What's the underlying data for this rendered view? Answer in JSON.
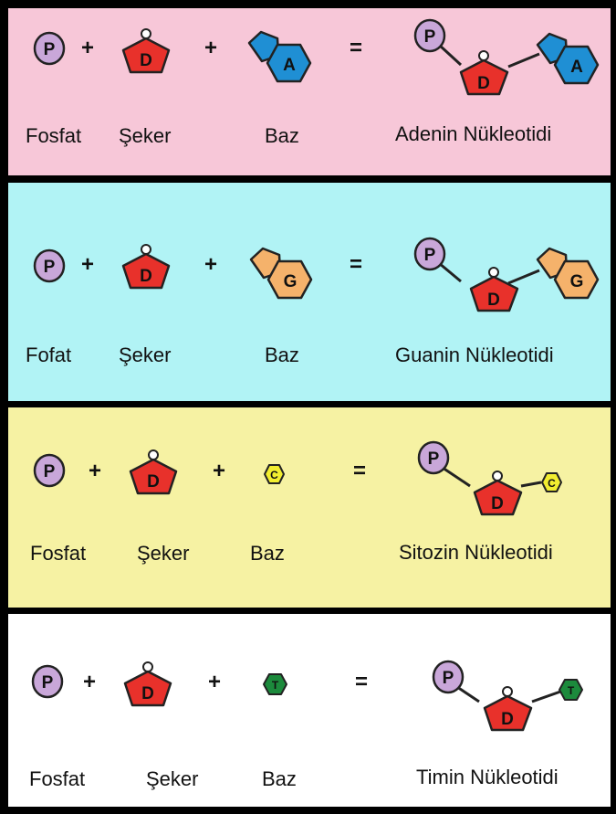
{
  "colors": {
    "adenine_panel": "#f7c7d8",
    "guanine_panel": "#b1f3f5",
    "cytosine_panel": "#f6f2a3",
    "thymine_panel": "#ffffff",
    "phosphate": "#c9a7d9",
    "sugar": "#e8312b",
    "adenine": "#1f8fd4",
    "guanine": "#f5b26b",
    "cytosine": "#f2ee30",
    "thymine": "#1c8a3c"
  },
  "symbols": {
    "plus": "+",
    "equals": "="
  },
  "panels": [
    {
      "phosphate_letter": "P",
      "sugar_letter": "D",
      "base_letter": "A",
      "labels": [
        "Fosfat",
        "Şeker",
        "Baz"
      ],
      "result": "Adenin Nükleotidi"
    },
    {
      "phosphate_letter": "P",
      "sugar_letter": "D",
      "base_letter": "G",
      "labels": [
        "Fofat",
        "Şeker",
        "Baz"
      ],
      "result": "Guanin Nükleotidi"
    },
    {
      "phosphate_letter": "P",
      "sugar_letter": "D",
      "base_letter": "C",
      "labels": [
        "Fosfat",
        "Şeker",
        "Baz"
      ],
      "result": "Sitozin Nükleotidi"
    },
    {
      "phosphate_letter": "P",
      "sugar_letter": "D",
      "base_letter": "T",
      "labels": [
        "Fosfat",
        "Şeker",
        "Baz"
      ],
      "result": "Timin Nükleotidi"
    }
  ]
}
